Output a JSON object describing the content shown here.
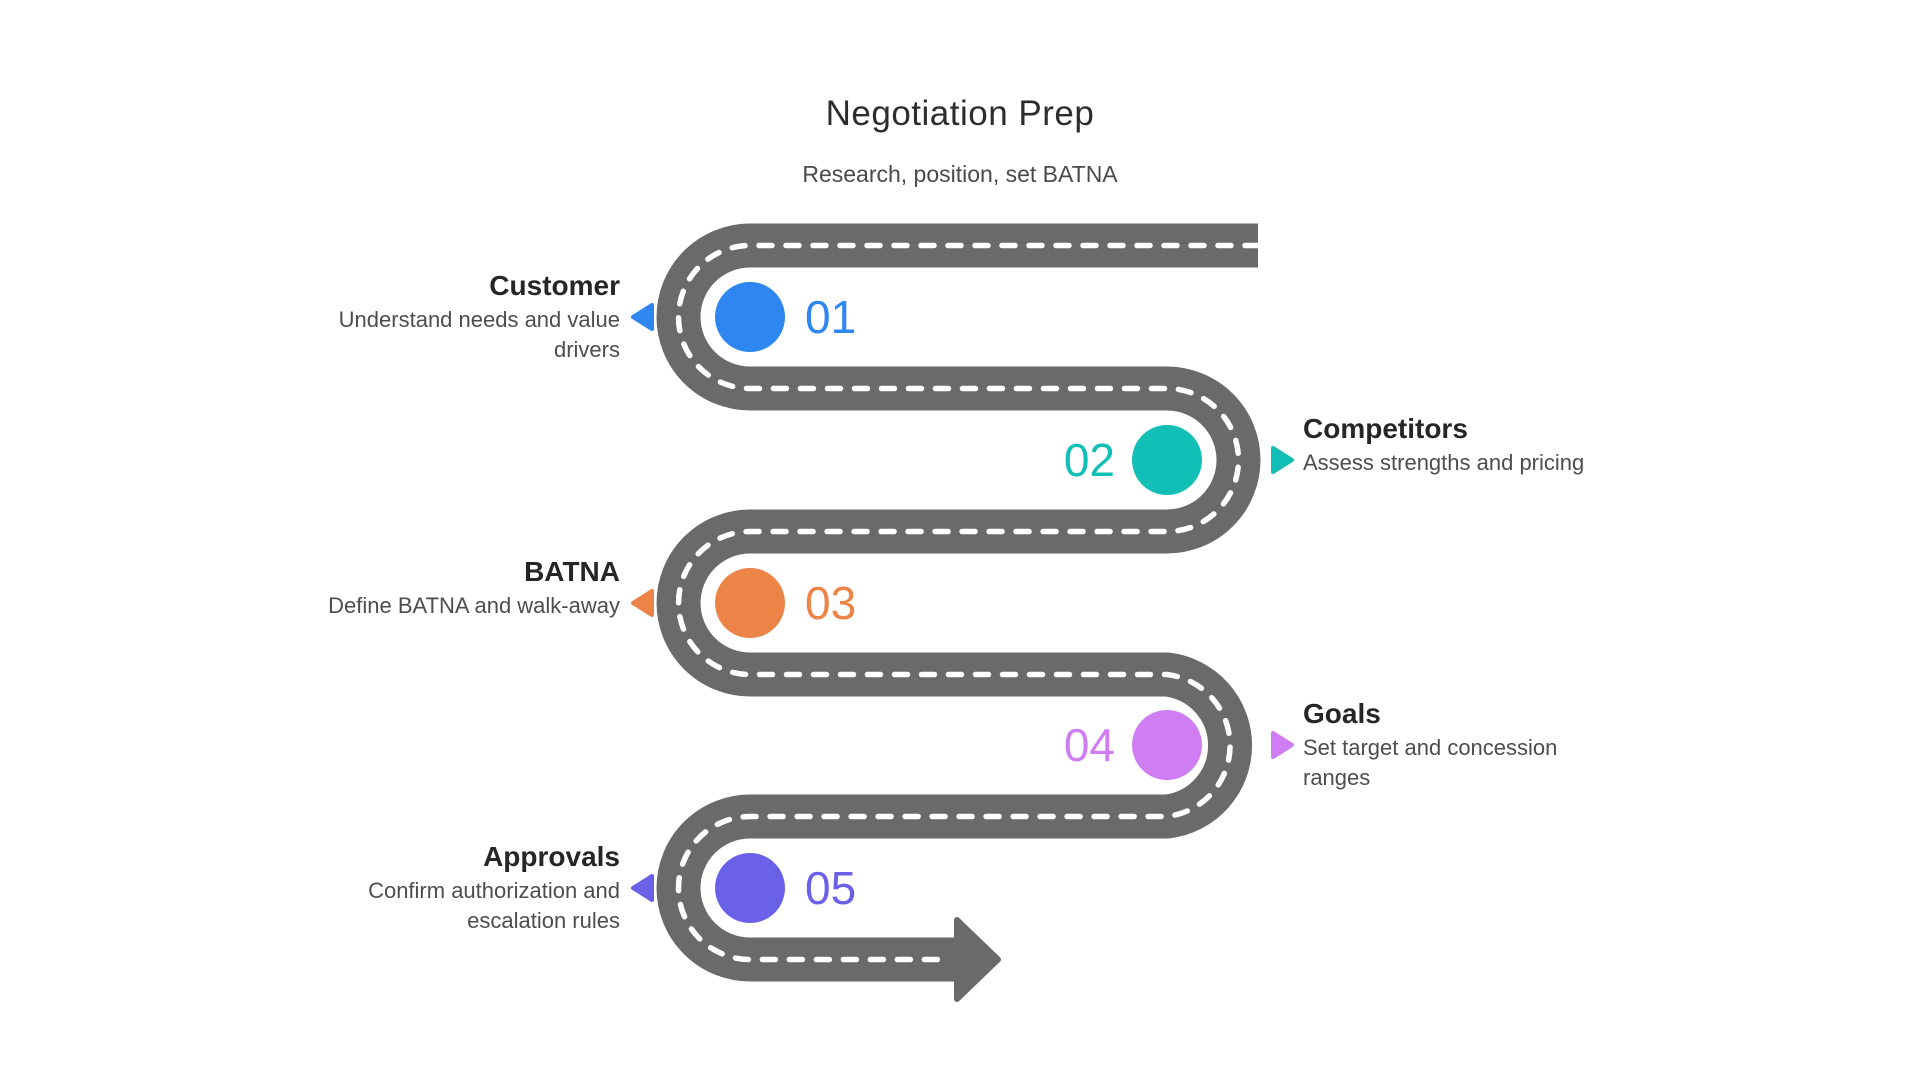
{
  "title": "Negotiation Prep",
  "subtitle": "Research, position, set BATNA",
  "colors": {
    "background": "#ffffff",
    "road": "#6a6a6a",
    "lane_dash": "#ffffff",
    "title_text": "#2d2d2d",
    "subtitle_text": "#4a4a4a",
    "heading_text": "#262626",
    "body_text": "#4d4d4d"
  },
  "steps": [
    {
      "number": "01",
      "label": "Customer",
      "description": "Understand needs and value drivers",
      "color": "#2e86f0",
      "side": "left"
    },
    {
      "number": "02",
      "label": "Competitors",
      "description": "Assess strengths and pricing",
      "color": "#12bfb6",
      "side": "right"
    },
    {
      "number": "03",
      "label": "BATNA",
      "description": "Define BATNA and walk-away",
      "color": "#ec8447",
      "side": "left"
    },
    {
      "number": "04",
      "label": "Goals",
      "description": "Set target and concession ranges",
      "color": "#ce7ef2",
      "side": "right"
    },
    {
      "number": "05",
      "label": "Approvals",
      "description": "Confirm authorization and escalation rules",
      "color": "#6b61e9",
      "side": "left"
    }
  ]
}
